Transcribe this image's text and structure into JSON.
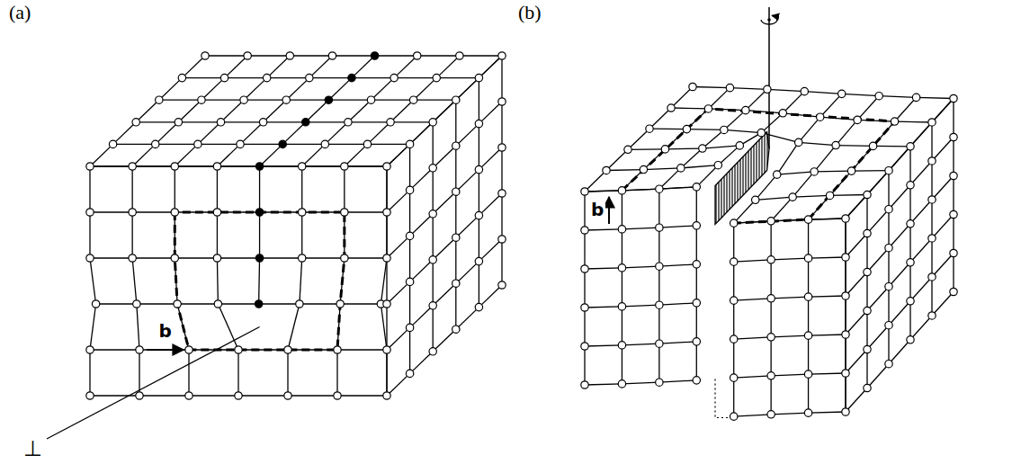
{
  "diagram": {
    "labels": [
      "(a)",
      "(b)",
      "b",
      "⊥",
      "b"
    ]
  }
}
